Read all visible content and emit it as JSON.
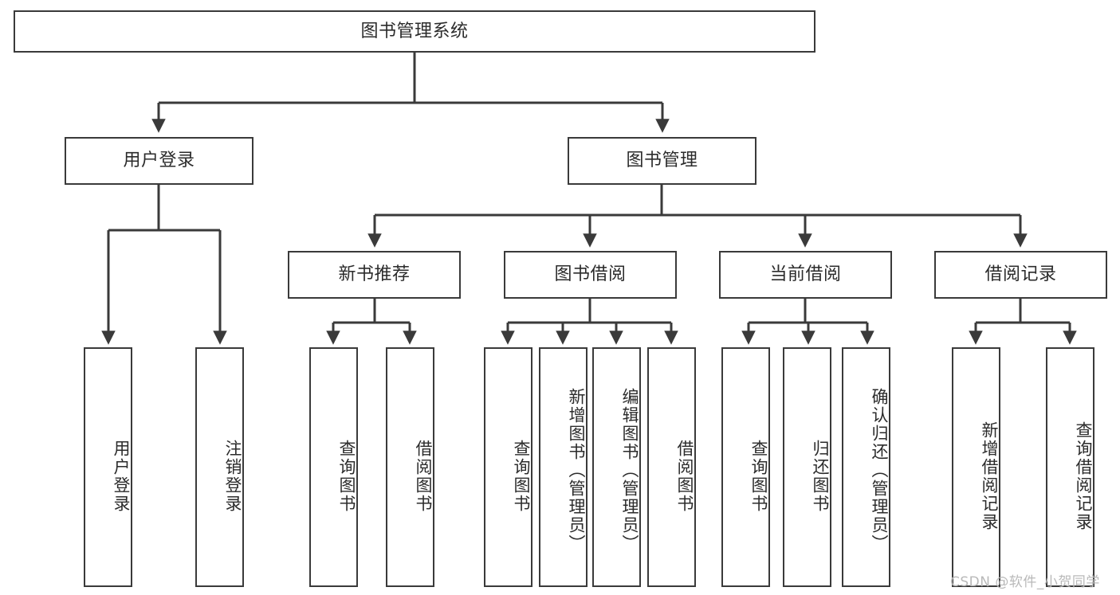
{
  "diagram": {
    "title": "图书管理系统",
    "type": "tree-hierarchy-chart",
    "root": {
      "label": "图书管理系统"
    },
    "level1": [
      {
        "label": "用户登录"
      },
      {
        "label": "图书管理"
      }
    ],
    "level2": [
      {
        "label": "新书推荐",
        "parent": "图书管理"
      },
      {
        "label": "图书借阅",
        "parent": "图书管理"
      },
      {
        "label": "当前借阅",
        "parent": "图书管理"
      },
      {
        "label": "借阅记录",
        "parent": "图书管理"
      }
    ],
    "leaves": [
      {
        "label": "用户登录",
        "parent": "用户登录"
      },
      {
        "label": "注销登录",
        "parent": "用户登录"
      },
      {
        "label": "查询图书",
        "parent": "新书推荐"
      },
      {
        "label": "借阅图书",
        "parent": "新书推荐"
      },
      {
        "label": "查询图书",
        "parent": "图书借阅"
      },
      {
        "label": "新增图书（管理员）",
        "parent": "图书借阅"
      },
      {
        "label": "编辑图书（管理员）",
        "parent": "图书借阅"
      },
      {
        "label": "借阅图书",
        "parent": "图书借阅"
      },
      {
        "label": "查询图书",
        "parent": "当前借阅"
      },
      {
        "label": "归还图书",
        "parent": "当前借阅"
      },
      {
        "label": "确认归还（管理员）",
        "parent": "当前借阅"
      },
      {
        "label": "新增借阅记录",
        "parent": "借阅记录"
      },
      {
        "label": "查询借阅记录",
        "parent": "借阅记录"
      }
    ]
  },
  "watermark": {
    "text": "CSDN @软件_小贺同学"
  },
  "colors": {
    "stroke": "#3a3a3a",
    "text": "#2b2b2b",
    "background": "#ffffff",
    "watermark": "#b9b9b9"
  }
}
